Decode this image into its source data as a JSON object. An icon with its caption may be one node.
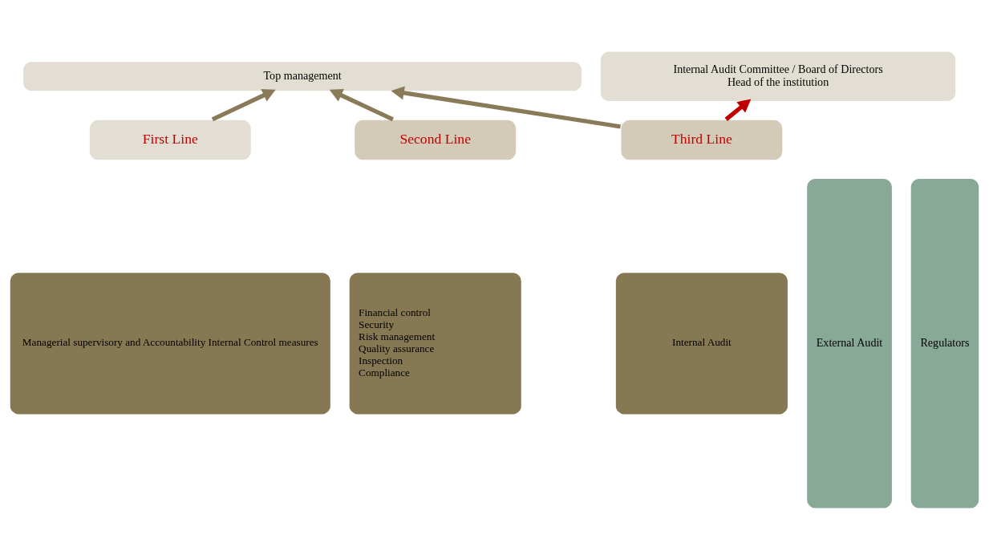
{
  "diagram": {
    "nodes": [
      {
        "text": [
          "Internal Audit Committee / Board of Directors",
          "Head of the institution"
        ]
      },
      {
        "text": [
          "Top management"
        ]
      },
      {
        "text": [
          "First Line"
        ]
      },
      {
        "text": [
          "Managerial supervisory and Accountability Internal Control measures"
        ]
      },
      {
        "text": [
          "Second Line"
        ]
      },
      {
        "text": [
          "Financial control",
          "Security",
          "Risk management",
          "Quality assurance",
          "Inspection",
          "Compliance"
        ]
      },
      {
        "text": [
          "Third Line"
        ]
      },
      {
        "text": [
          "Internal Audit"
        ]
      },
      {
        "text": [
          "External Audit"
        ]
      },
      {
        "text": [
          "Regulators"
        ]
      }
    ],
    "edges": [
      {
        "from": 2,
        "to": 1,
        "arrow": "to"
      },
      {
        "from": 4,
        "to": 1,
        "arrow": "to"
      },
      {
        "from": 6,
        "to": 1,
        "arrow": "to"
      },
      {
        "from": 6,
        "to": 0,
        "arrow": "to",
        "color": "#c00000"
      }
    ]
  }
}
